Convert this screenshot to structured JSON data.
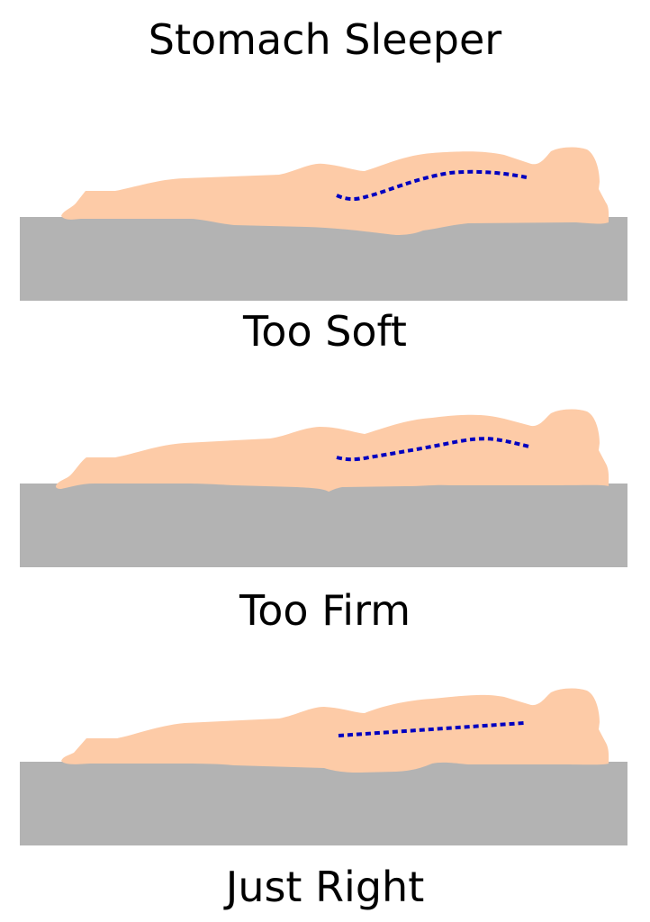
{
  "title": "Stomach Sleeper",
  "colors": {
    "mattress": "#b3b3b3",
    "body": "#fdcba7",
    "spine": "#0000c0",
    "background": "#ffffff",
    "text": "#000000"
  },
  "panels": [
    {
      "label": "Too Soft",
      "spine_shape": "sagging S-curve"
    },
    {
      "label": "Too Firm",
      "spine_shape": "arched curve"
    },
    {
      "label": "Just Right",
      "spine_shape": "straight line"
    }
  ],
  "icons": {
    "mattress": "gray-rectangle",
    "body": "lying-person-silhouette",
    "spine": "dashed-spine-line"
  }
}
